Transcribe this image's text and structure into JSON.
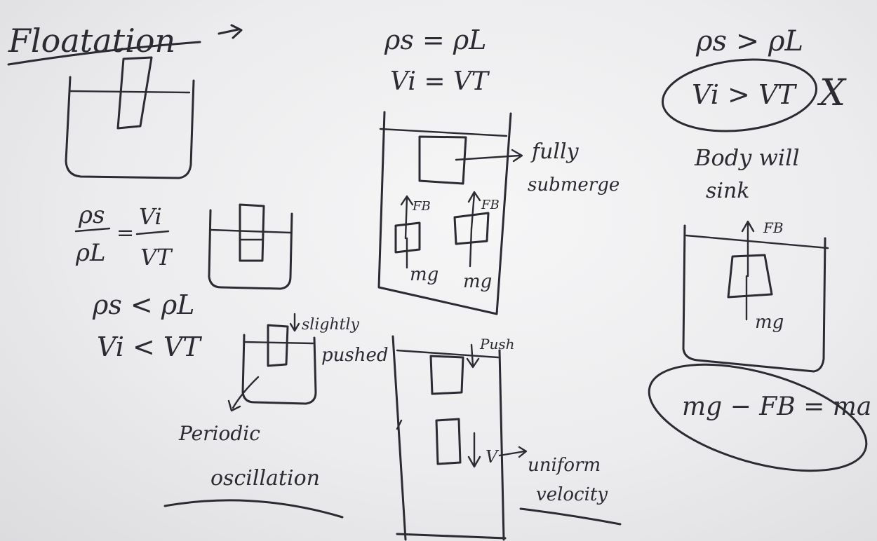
{
  "board": {
    "title": "Floatation",
    "col1": {
      "ratio_num_left": "ρs",
      "ratio_den_left": "ρL",
      "ratio_equals": "=",
      "ratio_num_right": "Vi",
      "ratio_den_right": "VT",
      "condition_density": "ρs < ρL",
      "condition_volume": "Vi < VT",
      "note_slightly": "slightly",
      "note_pushed": "pushed",
      "note_periodic": "Periodic",
      "note_oscillation": "oscillation"
    },
    "col2": {
      "eq_density": "ρs = ρL",
      "eq_volume": "Vi = VT",
      "label_fully": "fully",
      "label_submerge": "submerge",
      "force_buoyant_1": "FB",
      "force_buoyant_2": "FB",
      "force_weight_1": "mg",
      "force_weight_2": "mg",
      "label_push": "Push",
      "label_velocity": "V",
      "label_uniform": "uniform",
      "label_velocity_word": "velocity"
    },
    "col3": {
      "ineq_density": "ρs > ρL",
      "ineq_volume": "Vi > VT",
      "cross_mark": "X",
      "label_body": "Body will",
      "label_sink": "sink",
      "force_buoyant": "FB",
      "force_weight": "mg",
      "equation_net": "mg − FB = ma"
    }
  }
}
